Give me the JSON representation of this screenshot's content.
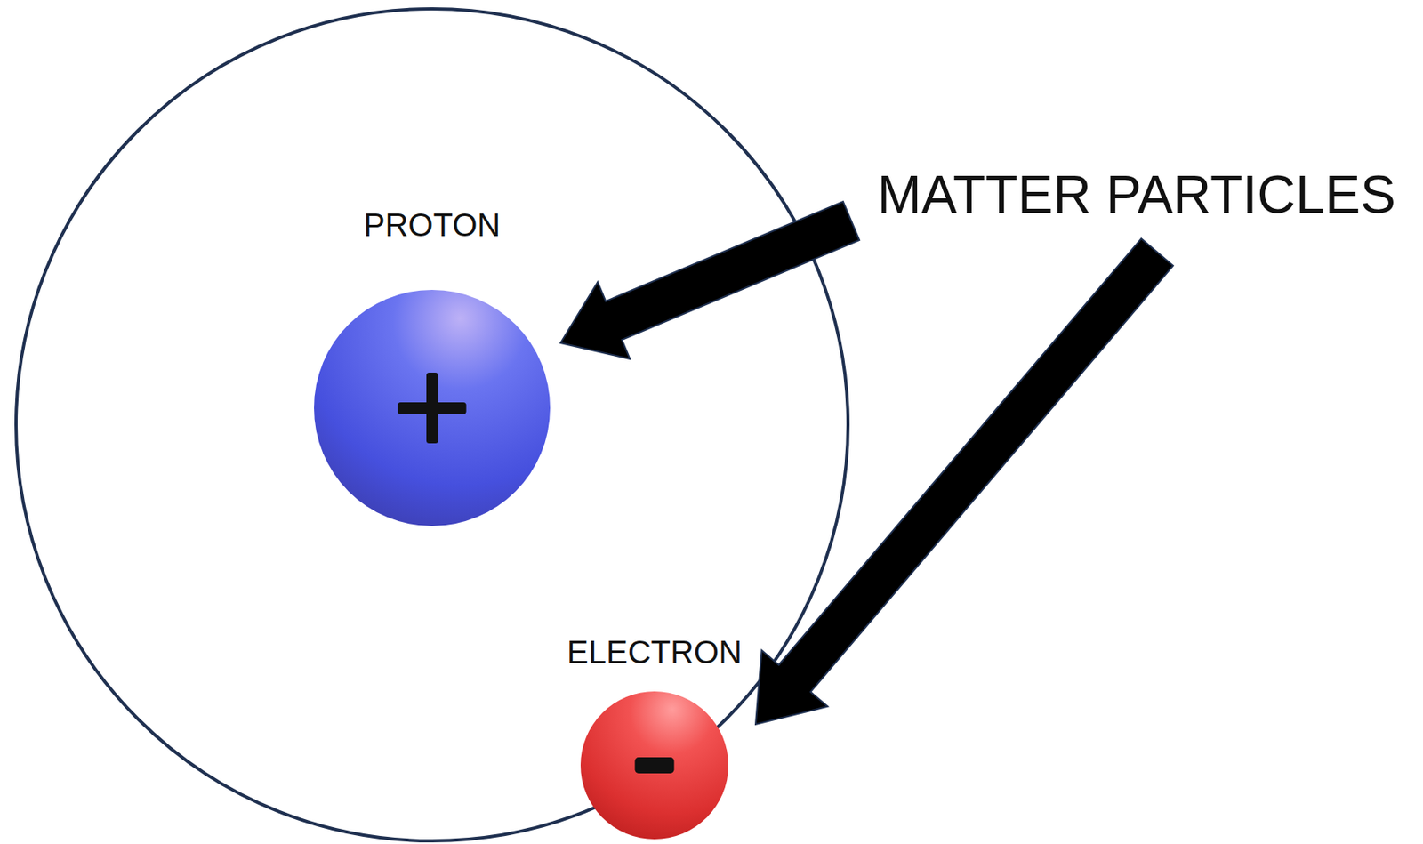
{
  "diagram": {
    "nodes": [
      {
        "text": [
          "PROTON"
        ]
      },
      {
        "text": [
          "ELECTRON"
        ]
      }
    ],
    "labels": [
      "MATTER PARTICLES"
    ]
  }
}
